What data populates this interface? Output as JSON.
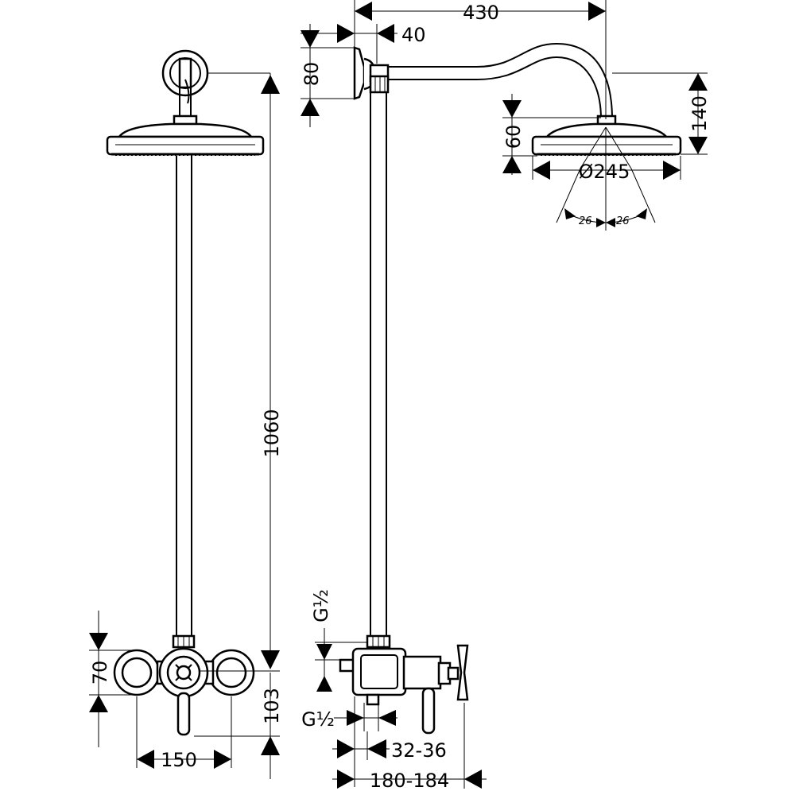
{
  "dimensions": {
    "total_height": "1060",
    "arm_length": "430",
    "wall_offset": "40",
    "flange_height": "80",
    "head_height": "140",
    "head_thickness": "60",
    "head_diameter": "Ø245",
    "spray_angle_left": "26",
    "spray_angle_right": "26",
    "mixer_height": "70",
    "outlet_height": "103",
    "connector_spacing": "150",
    "inlet_thread_top": "G½",
    "inlet_thread_bottom": "G½",
    "wall_depth_small": "32-36",
    "wall_depth_large": "180-184"
  }
}
